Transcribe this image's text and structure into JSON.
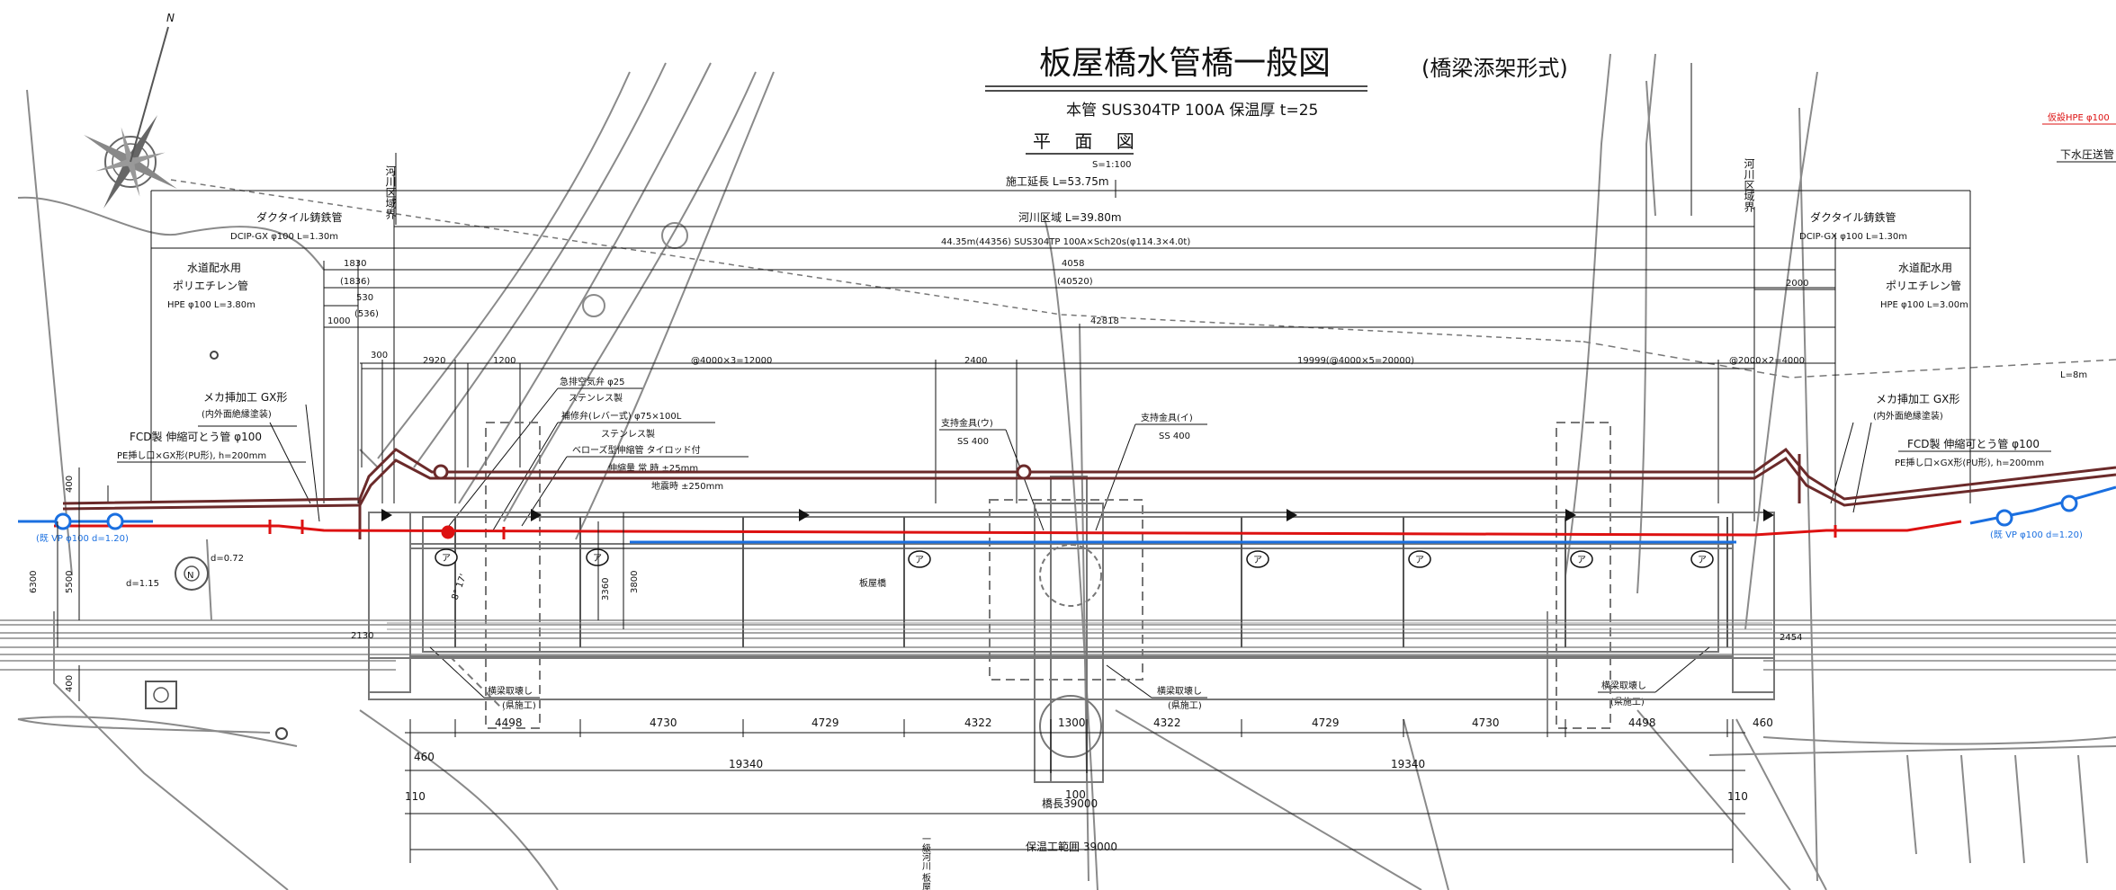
{
  "title": {
    "main": "板屋橋水管橋一般図",
    "sub": "(橋梁添架形式)",
    "spec": "本管 SUS304TP 100A 保温厚 t=25",
    "plan": "平 面 図",
    "scale": "S=1:100"
  },
  "top_dims": {
    "construction_length": "施工延長 L=53.75m",
    "river_zone": "河川区域 L=39.80m",
    "pipe_spec": "44.35m(44356) SUS304TP 100A×Sch20s(φ114.3×4.0t)",
    "d_4058": "4058",
    "d_40520": "(40520)",
    "d_42818": "42818",
    "d_1830": "1830",
    "d_1836": "(1836)",
    "d_530": "530",
    "d_536": "(536)",
    "d_1000": "1000",
    "d_300": "300",
    "d_2000": "2000"
  },
  "river_boundary": {
    "left": "河川区域界",
    "right": "河川区域界"
  },
  "left_labels": {
    "ductile": "ダクタイル鋳鉄管",
    "ductile_spec": "DCIP-GX φ100 L=1.30m",
    "poly1": "水道配水用",
    "poly2": "ポリエチレン管",
    "poly_spec": "HPE φ100 L=3.80m",
    "mech": "メカ挿加工 GX形",
    "mech2": "(内外面絶縁塗装)",
    "fcd": "FCD製 伸縮可とう管 φ100",
    "pe": "PE挿し口×GX形(PU形), h=200mm"
  },
  "right_labels": {
    "ductile": "ダクタイル鋳鉄管",
    "ductile_spec": "DCIP-GX φ100 L=1.30m",
    "poly1": "水道配水用",
    "poly2": "ポリエチレン管",
    "poly_spec": "HPE φ100 L=3.00m",
    "mech": "メカ挿加工 GX形",
    "mech2": "(内外面絶縁塗装)",
    "fcd": "FCD製 伸縮可とう管 φ100",
    "pe": "PE挿し口×GX形(PU形), h=200mm",
    "temp_hpe": "仮設HPE φ100",
    "sewer": "下水圧送管",
    "l8m": "L=8m"
  },
  "center_labels": {
    "air_valve": "急排空気弁 φ25",
    "stainless1": "ステンレス製",
    "repair_valve": "補修弁(レバー式) φ75×100L",
    "stainless2": "ステンレス製",
    "bellows": "ベローズ型伸縮管 タイロッド付",
    "stretch": "伸縮量 常 時 ±25mm",
    "quake": "地震時 ±250mm",
    "support_u": "支持金具(ウ)",
    "support_u_spec": "SS 400",
    "support_i": "支持金具(イ)",
    "support_i_spec": "SS 400",
    "bridge": "板屋橋",
    "removal1": "横梁取壊し",
    "removal1b": "(県施工)",
    "removal2": "横梁取壊し",
    "removal2b": "(県施工)",
    "removal3": "横梁取壊し",
    "removal3b": "(県施工)"
  },
  "spans": {
    "s2920": "2920",
    "s1200": "1200",
    "s12000": "@4000×3=12000",
    "s2400": "2400",
    "s20000": "19999(@4000×5=20000)",
    "s4000": "@2000×2=4000"
  },
  "support_marker": "ア",
  "pipe_notes": {
    "left_vp": "(既 VP φ100 d=1.20)",
    "right_vp": "(既 VP φ100 d=1.20)",
    "d115": "d=1.15",
    "d072": "d=0.72"
  },
  "vertical_dims": {
    "v400a": "400",
    "v5500": "5500",
    "v6300": "6300",
    "v400b": "400",
    "v3360": "3360",
    "v3800": "3800",
    "angle": "8° 17'",
    "v2130": "2130",
    "v2454": "2454"
  },
  "bottom_dims": {
    "b4498a": "4498",
    "b4730a": "4730",
    "b4729a": "4729",
    "b4322a": "4322",
    "b1300": "1300",
    "b4322b": "4322",
    "b4729b": "4729",
    "b4730b": "4730",
    "b4498b": "4498",
    "b460a": "460",
    "b460b": "460",
    "b19340a": "19340",
    "b19340b": "19340",
    "b110a": "110",
    "b110b": "110",
    "b100": "100",
    "bridge_length": "橋長39000",
    "insulation": "保温工範囲 39000",
    "river_name": "一級河川 板屋川"
  },
  "compass": "N",
  "colors": {
    "new_pipe": "#dd1111",
    "existing_pipe": "#1a6fe0",
    "existing_lines": "#8a8a8a",
    "dim_lines": "#111111",
    "brown_pipe": "#6b2a2a"
  }
}
